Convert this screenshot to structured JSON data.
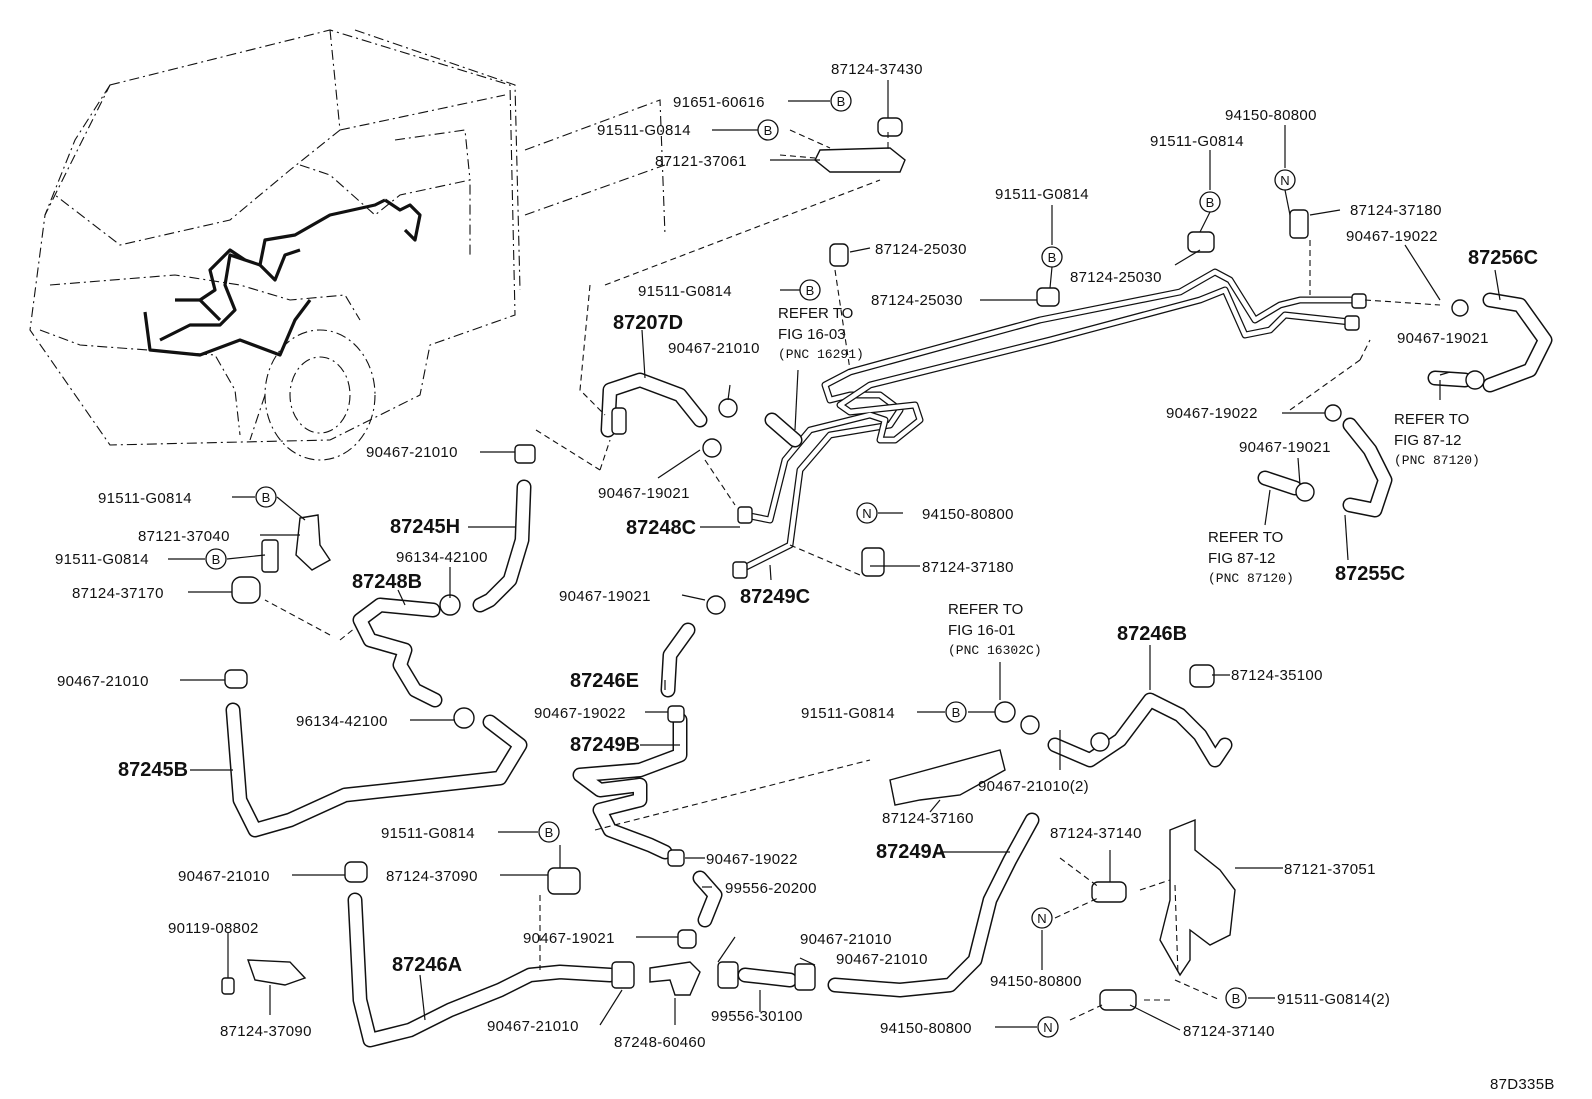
{
  "diagram": {
    "code": "87D335B",
    "symbols": {
      "B": "B",
      "N": "N"
    },
    "labels": {
      "p87124_37430": "87124-37430",
      "p91651_60616": "91651-60616",
      "p91511_G0814_a": "91511-G0814",
      "p87121_37061": "87121-37061",
      "p94150_80800_a": "94150-80800",
      "p91511_G0814_b": "91511-G0814",
      "p87124_37180_a": "87124-37180",
      "p91511_G0814_c": "91511-G0814",
      "p90467_19022_a": "90467-19022",
      "p87256C": "87256C",
      "p87124_25030_a": "87124-25030",
      "p87124_25030_b": "87124-25030",
      "p91511_G0814_d": "91511-G0814",
      "p87124_25030_c": "87124-25030",
      "p87207D": "87207D",
      "p90467_21010_a": "90467-21010",
      "p90467_19021_a": "90467-19021",
      "p90467_19022_b": "90467-19022",
      "p90467_21010_b": "90467-21010",
      "p90467_19021_b": "90467-19021",
      "p90467_19021_c": "90467-19021",
      "p87255C": "87255C",
      "p91511_G0814_e": "91511-G0814",
      "p87121_37040": "87121-37040",
      "p91511_G0814_f": "91511-G0814",
      "p87124_37170": "87124-37170",
      "p87245H": "87245H",
      "p96134_42100_a": "96134-42100",
      "p87248B": "87248B",
      "p87248C": "87248C",
      "p94150_80800_b": "94150-80800",
      "p87124_37180_b": "87124-37180",
      "p90467_19021_d": "90467-19021",
      "p87249C": "87249C",
      "p87246B": "87246B",
      "p87124_35100": "87124-35100",
      "p90467_21010_c": "90467-21010",
      "p96134_42100_b": "96134-42100",
      "p87245B": "87245B",
      "p87246E": "87246E",
      "p90467_19022_c": "90467-19022",
      "p87249B": "87249B",
      "p91511_G0814_g": "91511-G0814",
      "p87124_37160": "87124-37160",
      "p90467_21010_2": "90467-21010(2)",
      "p91511_G0814_h": "91511-G0814",
      "p90467_19022_d": "90467-19022",
      "p87124_37090_a": "87124-37090",
      "p90467_21010_d": "90467-21010",
      "p99556_20200": "99556-20200",
      "p87249A": "87249A",
      "p87124_37140_a": "87124-37140",
      "p87121_37051": "87121-37051",
      "p90119_08802": "90119-08802",
      "p90467_19021_e": "90467-19021",
      "p90467_21010_e": "90467-21010",
      "p90467_21010_f": "90467-21010",
      "p87246A": "87246A",
      "p94150_80800_c": "94150-80800",
      "p87124_37090_b": "87124-37090",
      "p90467_21010_g": "90467-21010",
      "p87248_60460": "87248-60460",
      "p99556_30100": "99556-30100",
      "p94150_80800_d": "94150-80800",
      "p91511_G0814_2": "91511-G0814(2)",
      "p87124_37140_b": "87124-37140"
    },
    "references": {
      "ref_16_03": {
        "line1": "REFER TO",
        "line2": "FIG 16-03",
        "pnc": "(PNC 16291)"
      },
      "ref_87_12_a": {
        "line1": "REFER TO",
        "line2": "FIG 87-12",
        "pnc": "(PNC 87120)"
      },
      "ref_87_12_b": {
        "line1": "REFER TO",
        "line2": "FIG 87-12",
        "pnc": "(PNC 87120)"
      },
      "ref_16_01": {
        "line1": "REFER TO",
        "line2": "FIG 16-01",
        "pnc": "(PNC 16302C)"
      }
    }
  }
}
